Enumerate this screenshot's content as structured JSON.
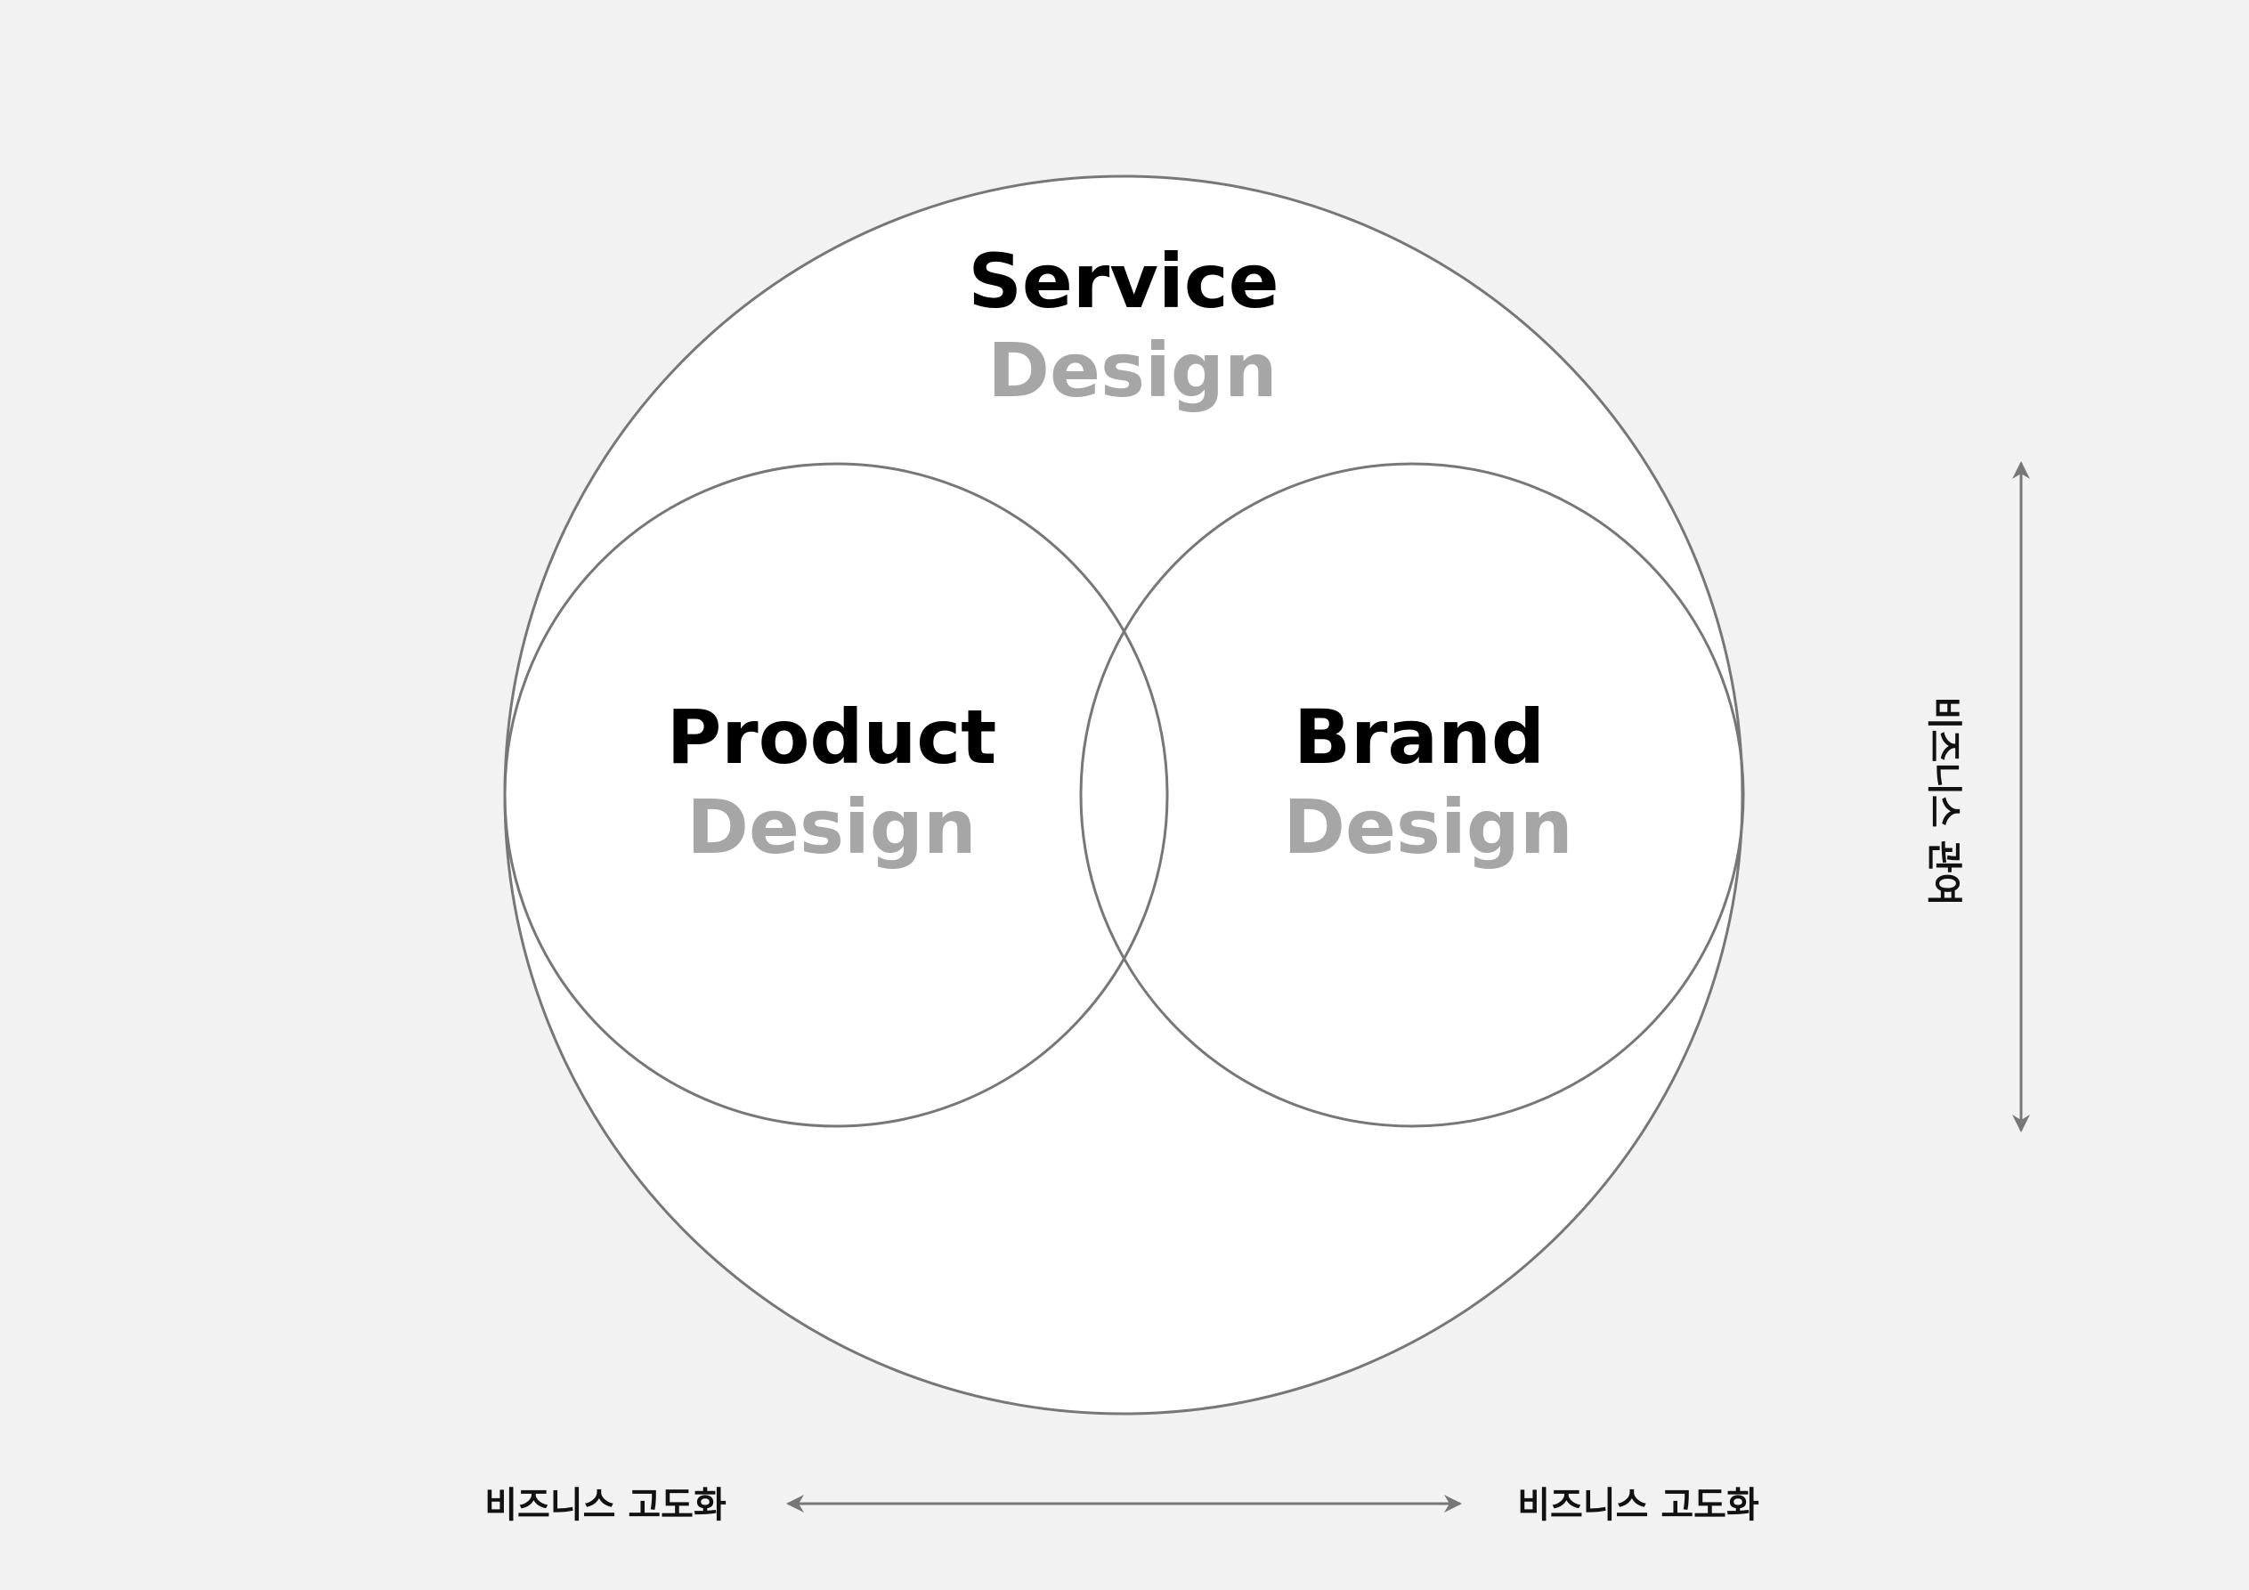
{
  "colors": {
    "background": "#f2f2f2",
    "circle_fill": "#ffffff",
    "stroke": "#777777",
    "main_text": "#000000",
    "sub_text": "#a6a6a6"
  },
  "service": {
    "title": "Service",
    "subtitle": "Design"
  },
  "product": {
    "title": "Product",
    "subtitle": "Design"
  },
  "brand": {
    "title": "Brand",
    "subtitle": "Design"
  },
  "vertical_axis": {
    "label": "비즈니스 관여"
  },
  "horizontal_axis": {
    "left_label": "비즈니스 고도화",
    "right_label": "비즈니스 고도화"
  }
}
